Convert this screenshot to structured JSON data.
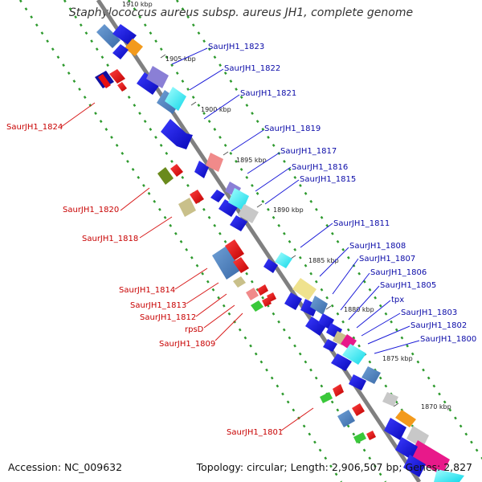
{
  "title": "Staphylococcus aureus subsp. aureus JH1, complete genome",
  "footer": {
    "accession": "Accession: NC_009632",
    "summary": "Topology: circular; Length: 2,906,507 bp; Genes: 2,827"
  },
  "ticks": [
    "1910 kbp",
    "1905 kbp",
    "1900 kbp",
    "1895 kbp",
    "1890 kbp",
    "1885 kbp",
    "1880 kbp",
    "1875 kbp",
    "1870 kbp"
  ],
  "forward_labels": [
    "SaurJH1_1823",
    "SaurJH1_1822",
    "SaurJH1_1821",
    "SaurJH1_1819",
    "SaurJH1_1817",
    "SaurJH1_1816",
    "SaurJH1_1815",
    "SaurJH1_1811",
    "SaurJH1_1808",
    "SaurJH1_1807",
    "SaurJH1_1806",
    "SaurJH1_1805",
    "tpx",
    "SaurJH1_1803",
    "SaurJH1_1802",
    "SaurJH1_1800"
  ],
  "reverse_labels": [
    "SaurJH1_1824",
    "SaurJH1_1820",
    "SaurJH1_1818",
    "SaurJH1_1814",
    "SaurJH1_1813",
    "SaurJH1_1812",
    "rpsD",
    "SaurJH1_1809",
    "SaurJH1_1801"
  ],
  "colors": {
    "forward_label": "#0a0aa8",
    "reverse_label": "#c80000",
    "backbone": "#8a8a8a",
    "dotted_track": "#2e9a2e",
    "cds_blue": "#1010d8",
    "cds_red": "#e81010"
  }
}
